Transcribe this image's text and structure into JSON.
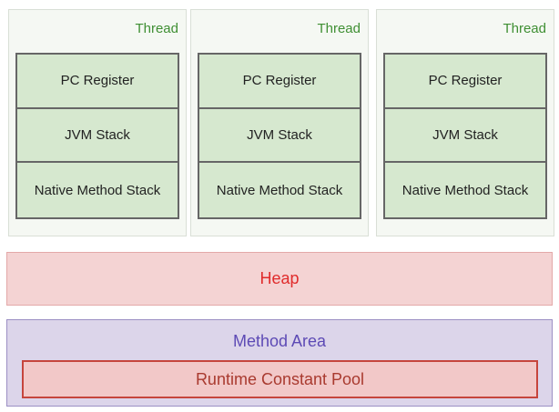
{
  "threads": [
    {
      "label": "Thread",
      "cells": [
        "PC Register",
        "JVM Stack",
        "Native Method Stack"
      ]
    },
    {
      "label": "Thread",
      "cells": [
        "PC Register",
        "JVM Stack",
        "Native Method Stack"
      ]
    },
    {
      "label": "Thread",
      "cells": [
        "PC Register",
        "JVM Stack",
        "Native Method Stack"
      ]
    }
  ],
  "heap": {
    "label": "Heap"
  },
  "method_area": {
    "label": "Method Area",
    "runtime_constant_pool": "Runtime Constant Pool"
  },
  "colors": {
    "thread_label": "#3f8f33",
    "stack_fill": "#d6e8cf",
    "heap_fill": "#f4d3d3",
    "heap_text": "#e02b2b",
    "method_area_fill": "#dcd5ea",
    "method_area_text": "#5d4ab5",
    "pool_fill": "#f2c8c8",
    "pool_border": "#c6453d"
  }
}
